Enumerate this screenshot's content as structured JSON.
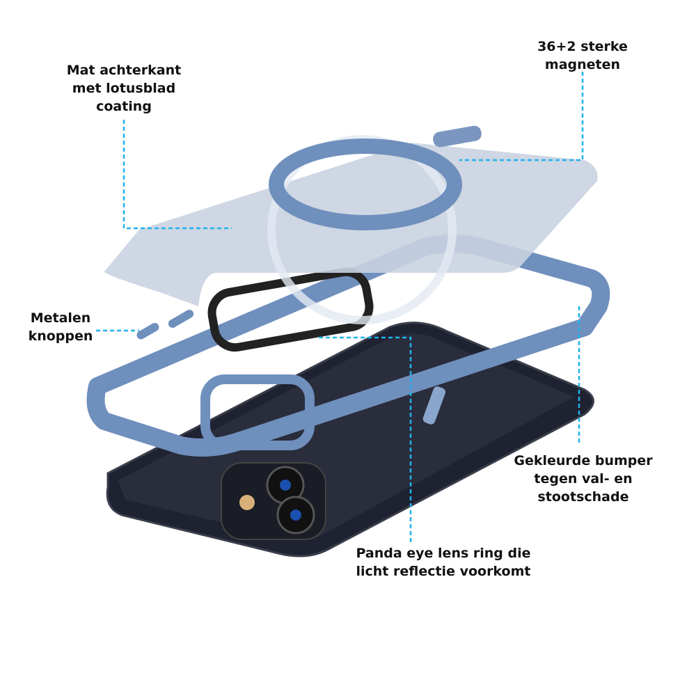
{
  "colors": {
    "accent_line": "#1fb2ee",
    "bumper": "#6f8fbd",
    "phone": "#1f2230",
    "back_plate": "#c9d3e0",
    "lens_ring": "#222222"
  },
  "callouts": {
    "back": {
      "lines": [
        "Mat achterkant",
        "met lotusblad",
        "coating"
      ]
    },
    "magnets": {
      "lines": [
        "36+2 sterke",
        "magneten"
      ]
    },
    "buttons": {
      "lines": [
        "Metalen",
        "knoppen"
      ]
    },
    "bumper": {
      "lines": [
        "Gekleurde bumper",
        "tegen val- en",
        "stootschade"
      ]
    },
    "lens_ring": {
      "lines": [
        "Panda eye lens ring die",
        "licht reflectie voorkomt"
      ]
    }
  }
}
